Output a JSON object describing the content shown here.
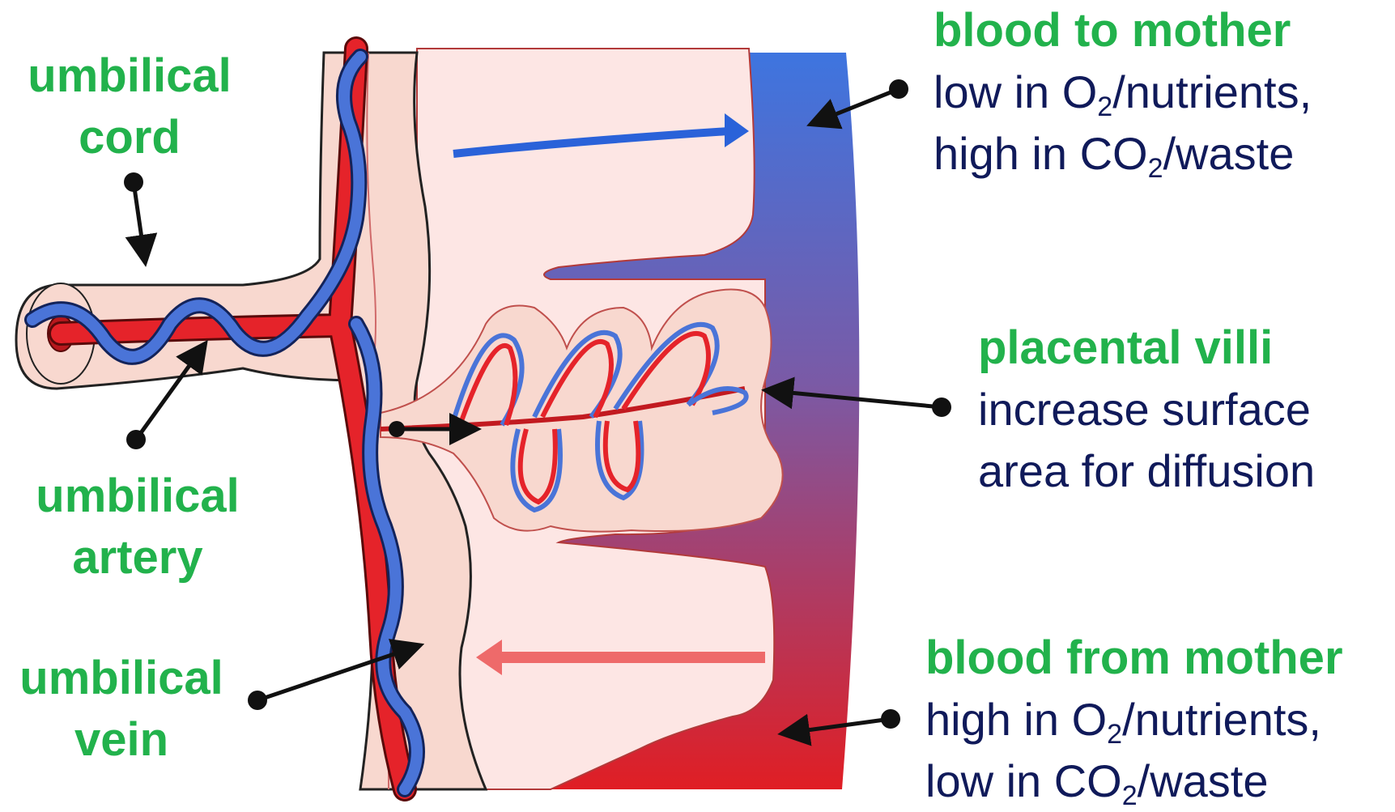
{
  "labels": {
    "umbilical_cord": [
      "umbilical",
      "cord"
    ],
    "umbilical_artery": [
      "umbilical",
      "artery"
    ],
    "umbilical_vein": [
      "umbilical",
      "vein"
    ],
    "placental_villi": {
      "heading": "placental villi",
      "line1": "increase surface",
      "line2": "area for diffusion"
    },
    "blood_to_mother": {
      "heading": "blood to mother",
      "line1": {
        "a": "low in O",
        "sub": "2",
        "b": "/nutrients,"
      },
      "line2": {
        "a": "high in CO",
        "sub": "2",
        "b": "/waste"
      }
    },
    "blood_from_mother": {
      "heading": "blood from mother",
      "line1": {
        "a": "high in O",
        "sub": "2",
        "b": "/nutrients,"
      },
      "line2": {
        "a": "low in CO",
        "sub": "2",
        "b": "/waste"
      }
    }
  },
  "colors": {
    "label_green": "#22b24c",
    "label_navy": "#101a5a",
    "artery_red": "#e5232a",
    "vein_blue": "#4a74d8",
    "tissue": "#f8d8cf",
    "maternal_space": "#fde6e4",
    "maternal_blood_top": "#3d75e0",
    "maternal_blood_bottom": "#e01e24"
  }
}
